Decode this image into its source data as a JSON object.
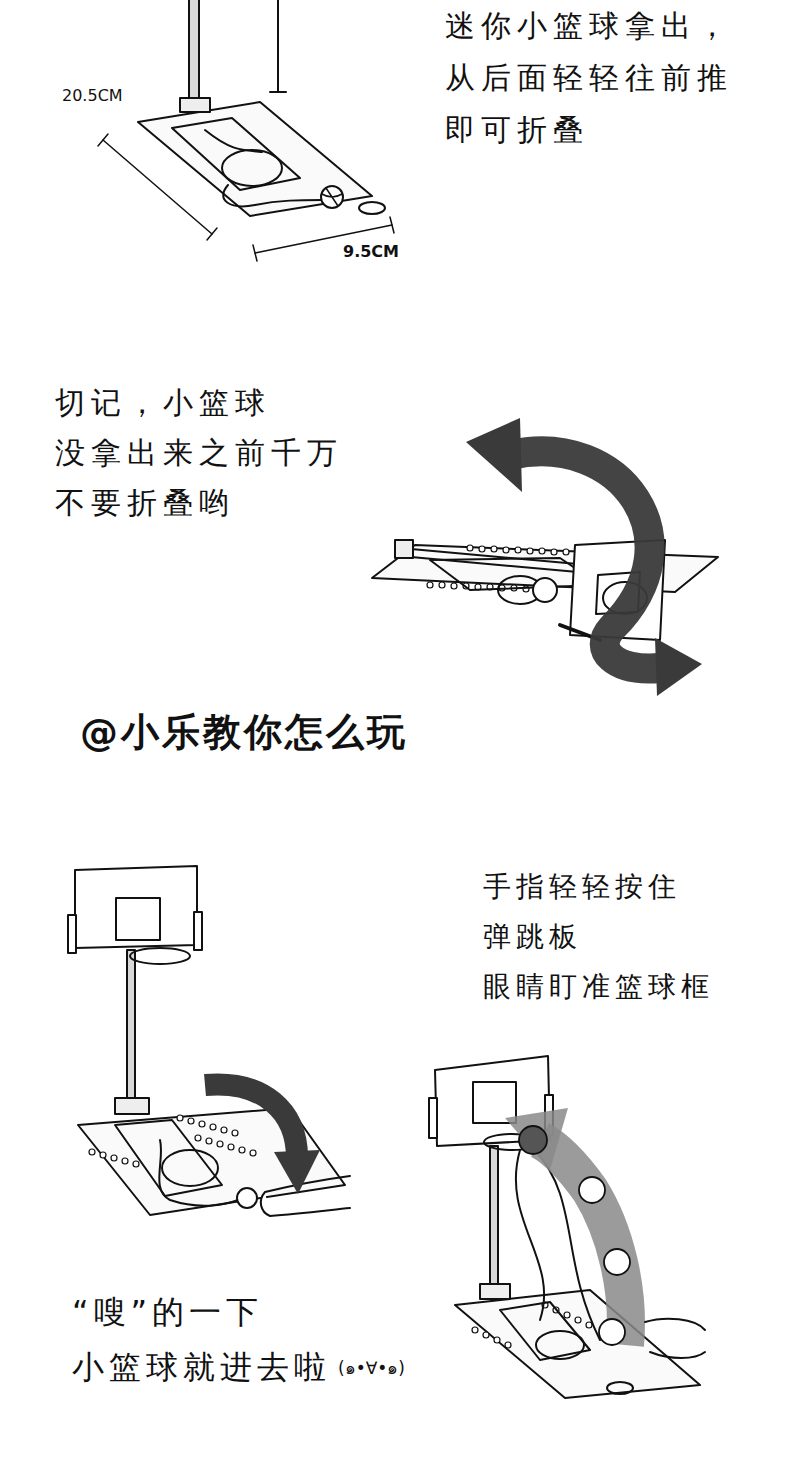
{
  "diagram": {
    "labels": [
      "20.5CM",
      "9.5CM",
      "迷你小篮球拿出， 从后面轻轻往前推 即可折叠",
      "切记，小篮球 没拿出来之前千万 不要折叠哟",
      "@小乐教你怎么玩",
      "手指轻轻按住 弹跳板 眼睛盯准篮球框",
      "“嗖”的一下 小篮球就进去啦",
      "(๑•∀•๑)"
    ]
  }
}
